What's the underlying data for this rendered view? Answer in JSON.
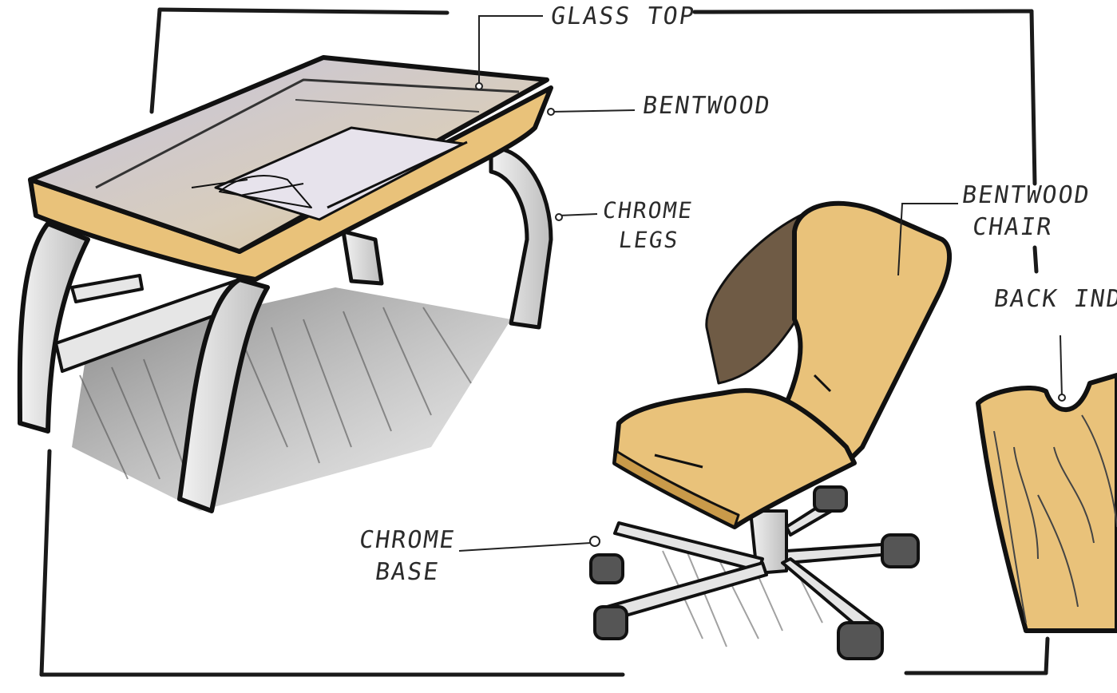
{
  "annotations": {
    "glass_top": "GLASS TOP",
    "bentwood": "BENTWOOD",
    "chrome_legs_line1": "CHROME",
    "chrome_legs_line2": "LEGS",
    "bentwood_chair_line1": "BENTWOOD",
    "bentwood_chair_line2": "CHAIR",
    "back_indent": "BACK INDEN",
    "chrome_base_line1": "CHROME",
    "chrome_base_line2": "BASE"
  },
  "colors": {
    "ink": "#1a1a1a",
    "wood": "#e9c27a",
    "wood_dark": "#c99a4a",
    "glass": "#c9c9dc",
    "chrome": "#d9d9d9",
    "shadow": "#9a9a9a"
  }
}
